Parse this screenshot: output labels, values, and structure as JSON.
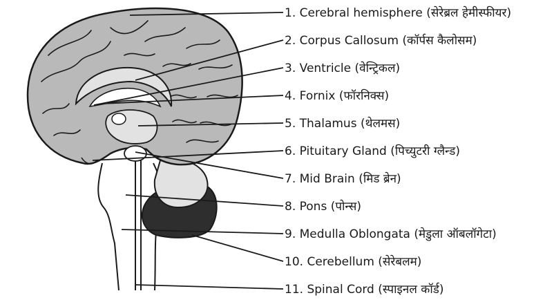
{
  "labels": [
    {
      "num": "1.",
      "en": "Cerebral hemisphere",
      "hi": "(सेरेब्रल हेमीस्फीयर)"
    },
    {
      "num": "2.",
      "en": "Corpus Callosum",
      "hi": "(कॉर्पस कैलोसम)"
    },
    {
      "num": "3.",
      "en": "Ventricle",
      "hi": "(वेन्ट्रिकल)"
    },
    {
      "num": "4.",
      "en": "Fornix",
      "hi": "(फॉरनिक्स)"
    },
    {
      "num": "5.",
      "en": "Thalamus",
      "hi": "(थेलमस)"
    },
    {
      "num": "6.",
      "en": "Pituitary Gland",
      "hi": "(पिच्युटरी ग्लैन्ड)"
    },
    {
      "num": "7.",
      "en": "Mid Brain",
      "hi": "(मिड ब्रेन)"
    },
    {
      "num": "8.",
      "en": "Pons",
      "hi": "(पोन्स)"
    },
    {
      "num": "9.",
      "en": "Medulla Oblongata",
      "hi": "(मेडुला ऑबलॉगेटा)"
    },
    {
      "num": "10.",
      "en": "Cerebellum",
      "hi": "(सेरेबलम)"
    },
    {
      "num": "11.",
      "en": "Spinal Cord",
      "hi": "(स्पाइनल कॉर्ड)"
    }
  ],
  "colors": {
    "ink": "#1a1a1a",
    "cerebrum_fill": "#b9b9b9",
    "inner_fill": "#e2e2e2",
    "cerebellum_fill": "#2e2e2e",
    "background": "#ffffff"
  }
}
